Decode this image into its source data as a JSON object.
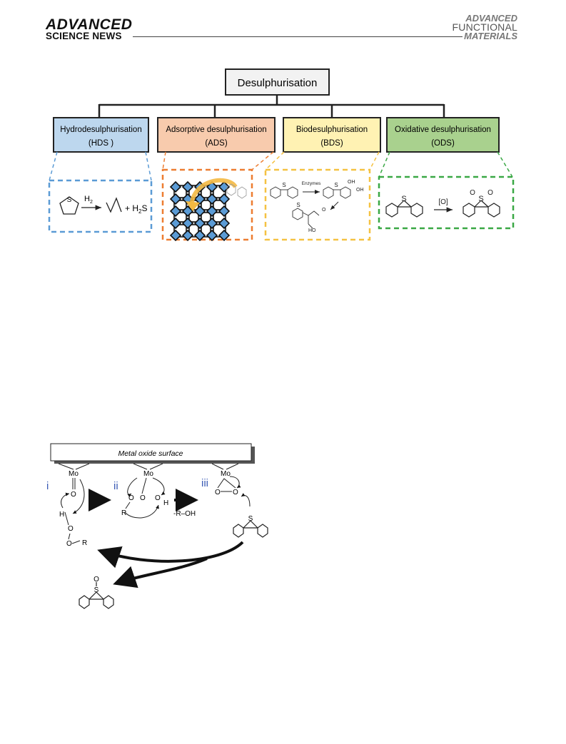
{
  "journal_header": {
    "left_line1": "ADVANCED",
    "left_line2": "SCIENCE NEWS",
    "right_line1": "ADVANCED",
    "right_line2": "FUNCTIONAL",
    "right_line3": "MATERIALS"
  },
  "figure1": {
    "root": "Desulphurisation",
    "colors": {
      "hds": "#bdd7ee",
      "ads": "#f8cbad",
      "bds": "#fff2b3",
      "ods": "#a9d18e",
      "hds_border": "#5b9bd5",
      "ads_border": "#ed7d31",
      "bds_border": "#f5c242",
      "ods_border": "#3aa845"
    },
    "categories": [
      {
        "name": "Hydrodesulphurisation",
        "abbr": "(HDS )"
      },
      {
        "name": "Adsorptive desulphurisation",
        "abbr": "(ADS)"
      },
      {
        "name": "Biodesulphurisation",
        "abbr": "(BDS)"
      },
      {
        "name": "Oxidative desulphurisation",
        "abbr": "(ODS)"
      }
    ],
    "hds_reagent": "H",
    "hds_reagent_sub": "2",
    "hds_product_prefix": "+ H",
    "hds_product_sub": "2",
    "hds_product_suffix": "S",
    "sulfur": "S",
    "bds_reagent": "Enzymes",
    "oh": "OH",
    "ho": "HO",
    "o": "O",
    "ods_reagent": "[O]"
  },
  "figure2": {
    "surface": "Metal oxide surface",
    "mo": "Mo",
    "step_i": "i",
    "step_ii": "ii",
    "step_iii": "iii",
    "o": "O",
    "h": "H",
    "r": "R",
    "s": "S",
    "byproduct": "-R–OH"
  }
}
